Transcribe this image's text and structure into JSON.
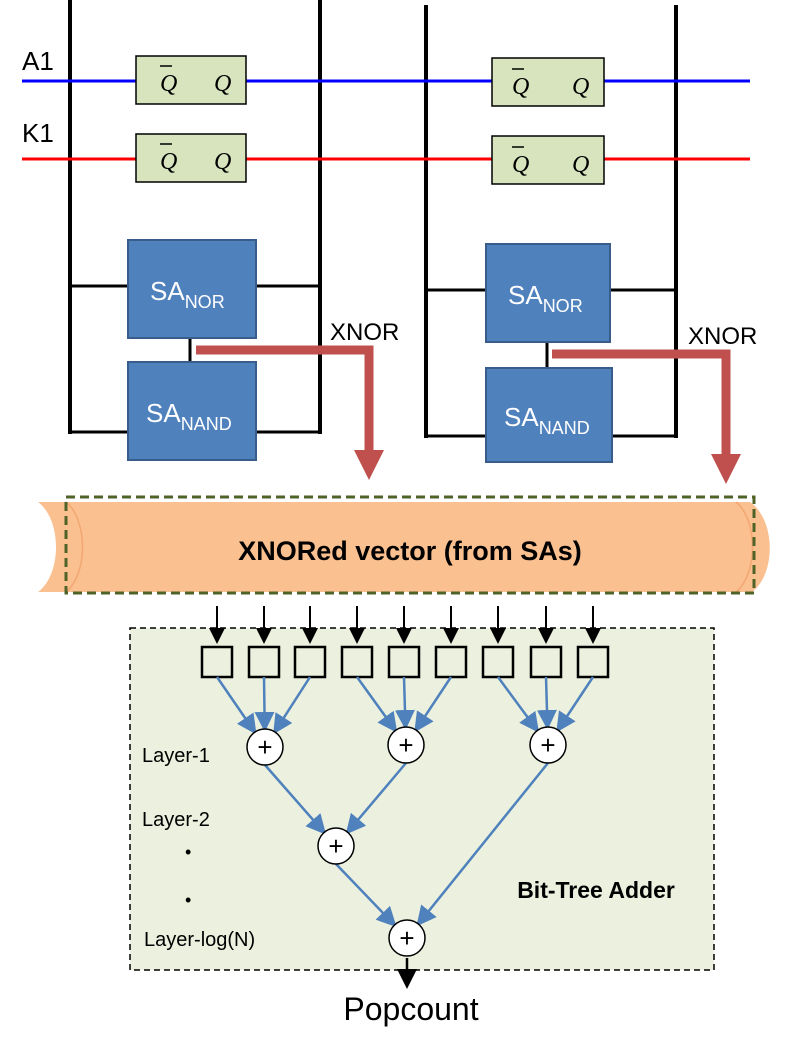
{
  "wordlines": [
    {
      "label": "A1",
      "color": "#0000ff"
    },
    {
      "label": "K1",
      "color": "#ff0000"
    }
  ],
  "cell": {
    "qbar": "Q",
    "q": "Q"
  },
  "sense_amps": {
    "nor": {
      "main": "SA",
      "sub": "NOR"
    },
    "nand": {
      "main": "SA",
      "sub": "NAND"
    }
  },
  "xnor_label": "XNOR",
  "vector_label": "XNORed vector (from SAs)",
  "adder": {
    "title": "Bit-Tree Adder",
    "layers": [
      "Layer-1",
      "Layer-2",
      "•",
      "•",
      "Layer-log(N)"
    ],
    "plus": "+"
  },
  "output_label": "Popcount",
  "colors": {
    "cell_fill": "#d7e4bd",
    "cell_stroke": "#000000",
    "sa_fill": "#4f81bd",
    "sa_stroke": "#385d8a",
    "arrow": "#c0504d",
    "banner_fill": "#fac090",
    "banner_border": "#4f6228",
    "adder_bg": "#ebf1de",
    "tree_edge": "#4f81bd"
  }
}
